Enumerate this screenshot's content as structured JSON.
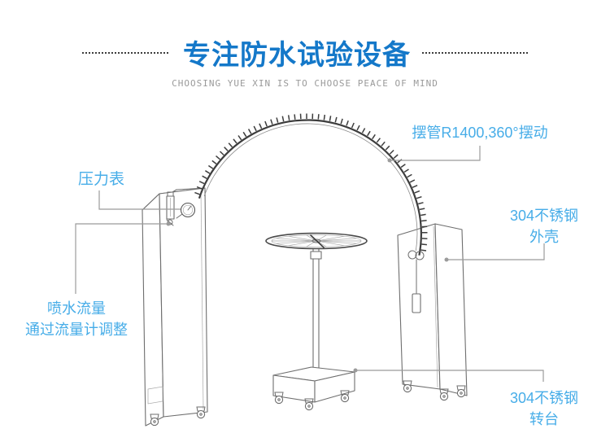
{
  "header": {
    "title": "专注防水试验设备",
    "subtitle": "CHOOSING YUE XIN IS TO CHOOSE PEACE OF MIND"
  },
  "labels": {
    "swing_pipe": "摆管R1400,360°摆动",
    "pressure_gauge": "压力表",
    "spray_flow_line1": "喷水流量",
    "spray_flow_line2": "通过流量计调整",
    "shell_line1": "304不锈钢",
    "shell_line2": "外壳",
    "turntable_line1": "304不锈钢",
    "turntable_line2": "转台"
  },
  "colors": {
    "title_blue": "#1478C9",
    "label_blue": "#47ADE8",
    "callout_gray": "#9B9B9B"
  }
}
